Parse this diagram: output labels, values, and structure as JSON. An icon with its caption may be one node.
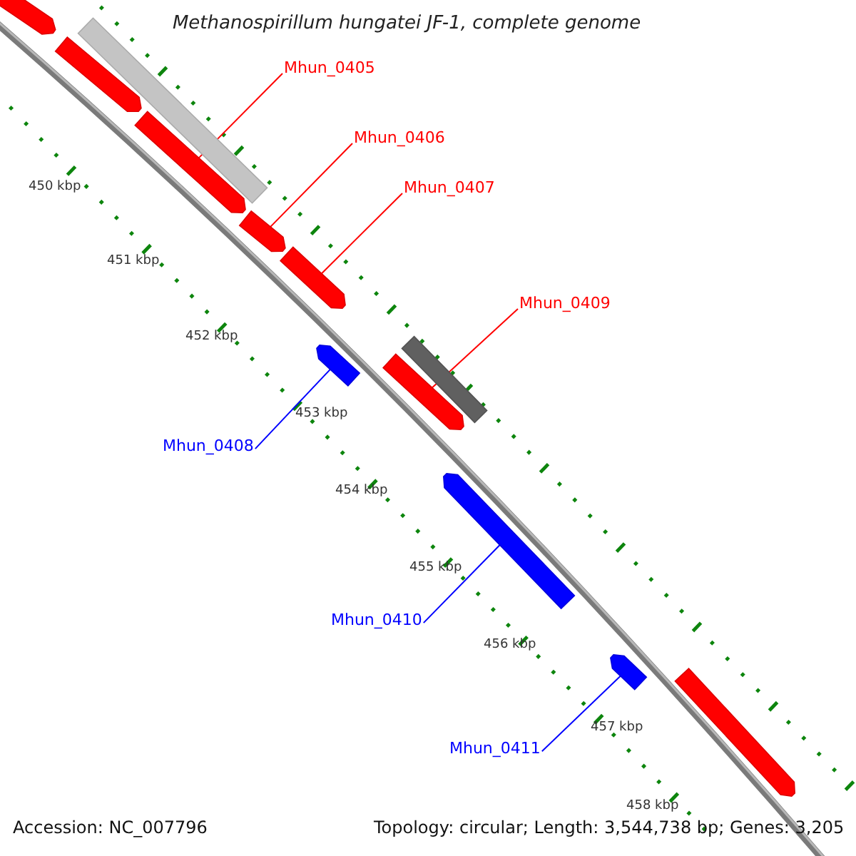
{
  "diagram": {
    "title": "Methanospirillum hungatei JF-1, complete genome",
    "nodes": [
      {
        "text": [
          "Mhun_0405"
        ]
      },
      {
        "text": [
          "Mhun_0406"
        ]
      },
      {
        "text": [
          "Mhun_0407"
        ]
      },
      {
        "text": [
          "Mhun_0409"
        ]
      },
      {
        "text": [
          "Mhun_0408"
        ]
      },
      {
        "text": [
          "Mhun_0410"
        ]
      },
      {
        "text": [
          "Mhun_0411"
        ]
      },
      {
        "text": [],
        "shape": "pentagon"
      },
      {
        "text": [],
        "shape": "bar"
      },
      {
        "text": [],
        "shape": "pentagon"
      },
      {
        "text": [],
        "shape": "pentagon"
      },
      {
        "text": [],
        "shape": "pentagon"
      },
      {
        "text": [],
        "shape": "pentagon"
      },
      {
        "text": [],
        "shape": "pentagon"
      },
      {
        "text": [],
        "shape": "bar"
      },
      {
        "text": [],
        "shape": "pentagon"
      },
      {
        "text": [],
        "shape": "pentagon"
      },
      {
        "text": [],
        "shape": "pentagon"
      },
      {
        "text": [],
        "shape": "pentagon"
      }
    ],
    "edges": [
      {
        "from": 0,
        "to": 10,
        "arrow": "none"
      },
      {
        "from": 1,
        "to": 11,
        "arrow": "none"
      },
      {
        "from": 2,
        "to": 12,
        "arrow": "none"
      },
      {
        "from": 3,
        "to": 15,
        "arrow": "none"
      },
      {
        "from": 4,
        "to": 13,
        "arrow": "none",
        "color": "#0000ff"
      },
      {
        "from": 5,
        "to": 16,
        "arrow": "none",
        "color": "#0000ff"
      },
      {
        "from": 6,
        "to": 17,
        "arrow": "none",
        "color": "#0000ff"
      }
    ],
    "labels": [
      "450 kbp",
      "451 kbp",
      "452 kbp",
      "453 kbp",
      "454 kbp",
      "455 kbp",
      "456 kbp",
      "457 kbp",
      "458 kbp",
      "Accession: NC_007796",
      "Topology: circular; Length: 3,544,738 bp; Genes: 3,205"
    ]
  }
}
